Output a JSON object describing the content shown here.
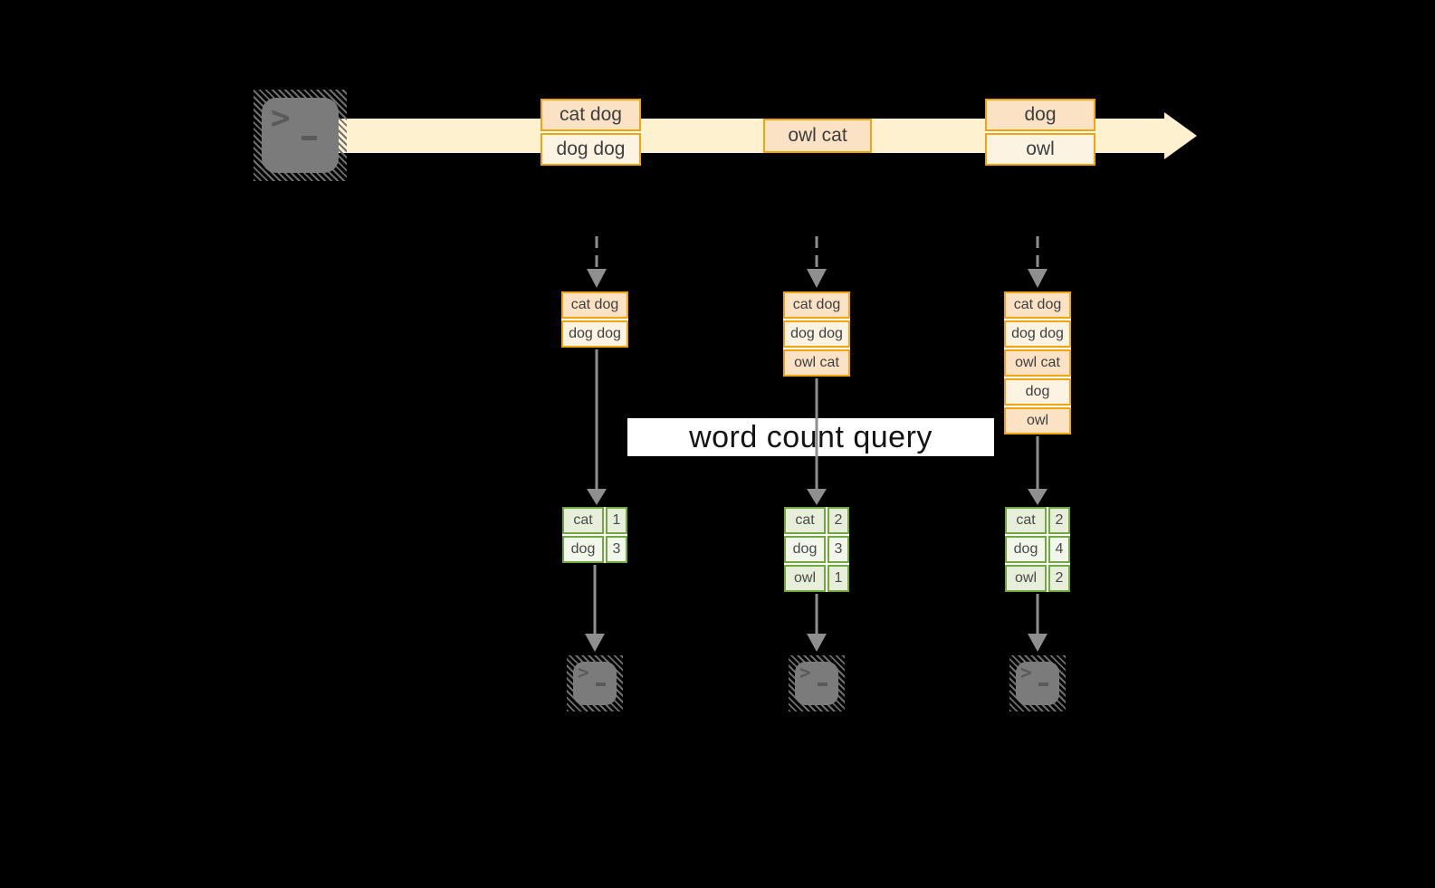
{
  "query_label": "word count query",
  "stream": {
    "events": [
      {
        "cells": [
          "cat dog",
          "dog dog"
        ]
      },
      {
        "cells": [
          "owl cat"
        ]
      },
      {
        "cells": [
          "dog",
          "owl"
        ]
      }
    ]
  },
  "states": [
    {
      "cells": [
        "cat dog",
        "dog dog"
      ]
    },
    {
      "cells": [
        "cat dog",
        "dog dog",
        "owl cat"
      ]
    },
    {
      "cells": [
        "cat dog",
        "dog dog",
        "owl cat",
        "dog",
        "owl"
      ]
    }
  ],
  "counts": [
    {
      "rows": [
        [
          "cat",
          "1"
        ],
        [
          "dog",
          "3"
        ]
      ]
    },
    {
      "rows": [
        [
          "cat",
          "2"
        ],
        [
          "dog",
          "3"
        ],
        [
          "owl",
          "1"
        ]
      ]
    },
    {
      "rows": [
        [
          "cat",
          "2"
        ],
        [
          "dog",
          "4"
        ],
        [
          "owl",
          "2"
        ]
      ]
    }
  ],
  "colors": {
    "background": "#000000",
    "stream_band": "#fdf1cf",
    "event_border": "#f0a50c",
    "event_fill_dark": "#fbe2c4",
    "event_fill_light": "#fdf3e3",
    "count_border": "#6fa83f",
    "count_fill_dark": "#e7eeda",
    "count_fill_light": "#f2f6eb",
    "arrow_gray": "#8f8f8f",
    "terminal_gray": "#7b7b7b",
    "label_background": "#ffffff"
  }
}
